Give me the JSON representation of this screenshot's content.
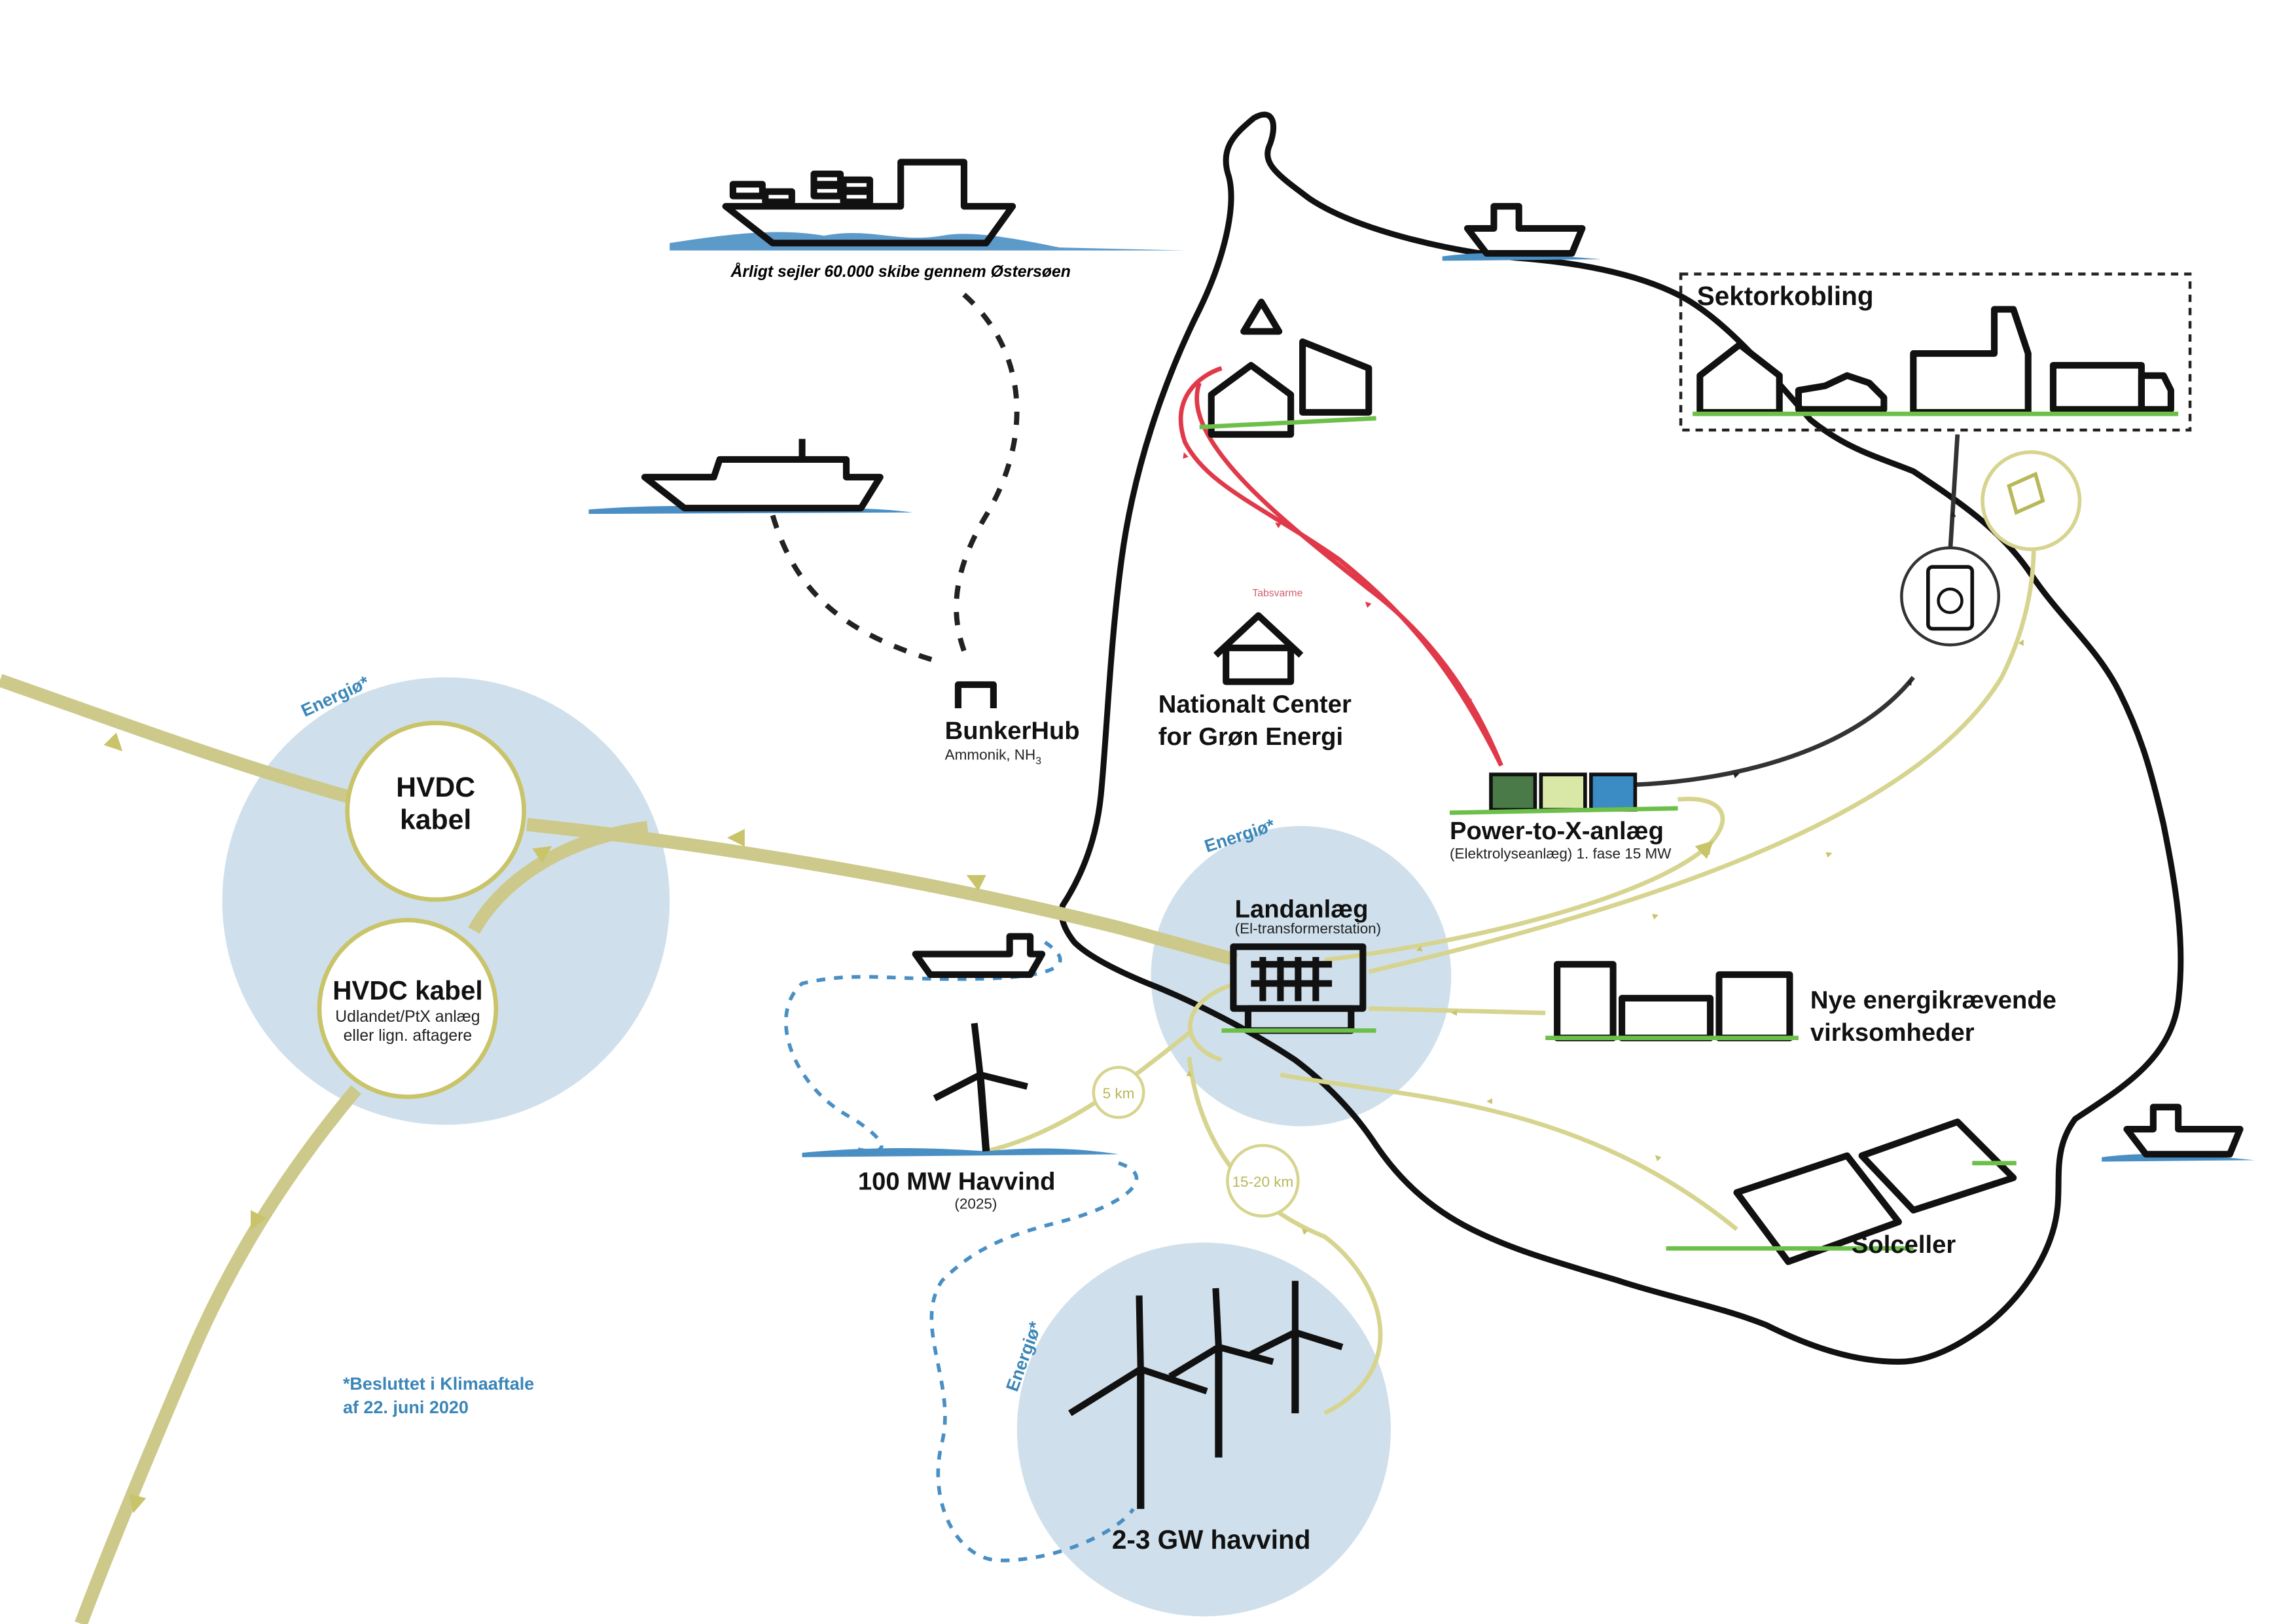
{
  "labels": {
    "ships_text": "Årligt sejler 60.000 skibe gennem Østersøen",
    "energio_1": "Energiø*",
    "energio_2": "Energiø*",
    "energio_3": "Energiø*",
    "hvdc_1_line1": "HVDC",
    "hvdc_1_line2": "kabel",
    "hvdc_2_title": "HVDC kabel",
    "hvdc_2_sub1": "Udlandet/PtX anlæg",
    "hvdc_2_sub2": "eller lign. aftagere",
    "bunkerhub_title": "BunkerHub",
    "bunkerhub_sub": "Ammonik, NH",
    "bunkerhub_sub_index": "3",
    "national_center_1": "Nationalt Center",
    "national_center_2": "for Grøn Energi",
    "tabsvarme": "Tabsvarme",
    "ptx_title": "Power-to-X-anlæg",
    "ptx_sub": "(Elektrolyseanlæg) 1. fase 15 MW",
    "landanlaeg_title": "Landanlæg",
    "landanlaeg_sub": "(El-transformerstation)",
    "nye_1": "Nye energikrævende",
    "nye_2": "virksomheder",
    "sektorkobling": "Sektorkobling",
    "havvind_100_title": "100 MW Havvind",
    "havvind_100_sub": "(2025)",
    "distance_5": "5 km",
    "distance_15_20": "15-20 km",
    "solceller": "Solceller",
    "havvind_gw": "2-3 GW havvind",
    "footnote_1": "*Besluttet i Klimaaftale",
    "footnote_2": "af 22. juni 2020"
  },
  "colors": {
    "circle_fill": "#cfe0ec",
    "energy_line": "#cdc98a",
    "heat_line": "#e03a4a",
    "label_blue": "#3a86b8",
    "grass": "#6cc04a",
    "sea": "#4a8fc4"
  },
  "icons": [
    "container-ship-icon",
    "ferry-icon",
    "fishing-boat-icon",
    "wind-turbine-icon",
    "solar-panel-icon",
    "house-icon",
    "car-icon",
    "factory-icon",
    "truck-icon",
    "plug-icon",
    "fuel-can-icon",
    "transformer-icon"
  ]
}
